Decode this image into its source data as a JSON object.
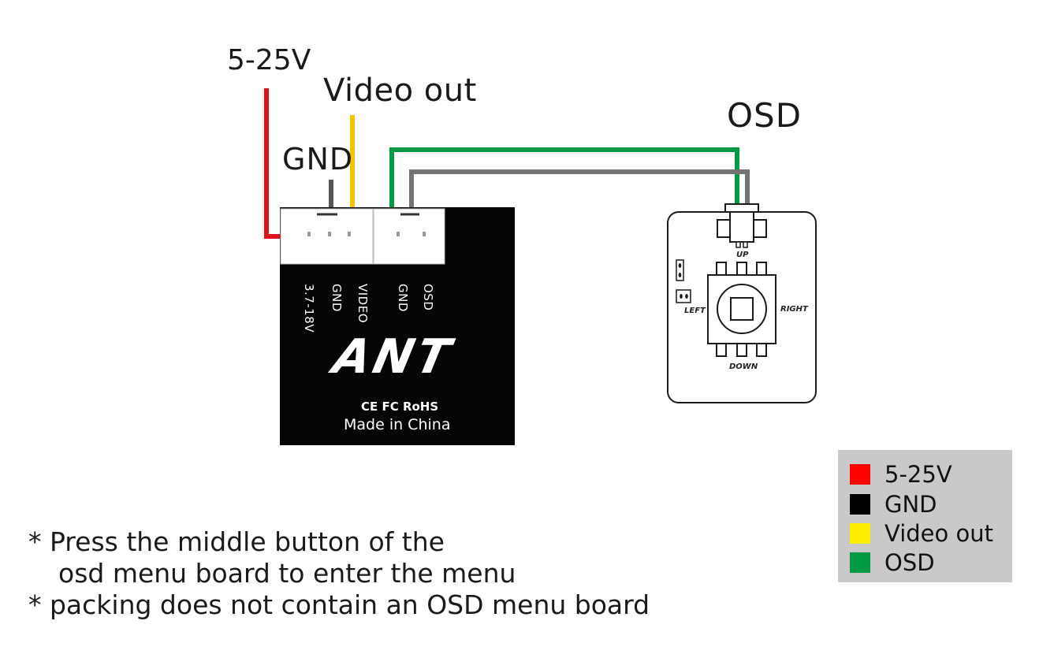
{
  "wire_labels": {
    "power": "5-25V",
    "video": "Video out",
    "gnd": "GND",
    "osd": "OSD"
  },
  "colors": {
    "power": "#e0101c",
    "gnd": "#555555",
    "video": "#f2c500",
    "osd": "#009944",
    "osd_gnd": "#737373"
  },
  "camera_board": {
    "pin_labels": [
      "3.7-18V",
      "GND",
      "VIDEO",
      "GND",
      "OSD"
    ],
    "logo": "ANT",
    "certifications": "CE FC RoHS",
    "origin": "Made in China"
  },
  "osd_board": {
    "up": "UP",
    "down": "DOWN",
    "left": "LEFT",
    "right": "RIGHT"
  },
  "legend": {
    "items": [
      {
        "label": "5-25V",
        "color": "#ff0000"
      },
      {
        "label": "GND",
        "color": "#000000"
      },
      {
        "label": "Video out",
        "color": "#ffee00"
      },
      {
        "label": "OSD",
        "color": "#009944"
      }
    ]
  },
  "notes": {
    "line1": "* Press the middle button of the",
    "line2": "osd menu board to enter the menu",
    "line3": "* packing does not contain an OSD menu board"
  }
}
